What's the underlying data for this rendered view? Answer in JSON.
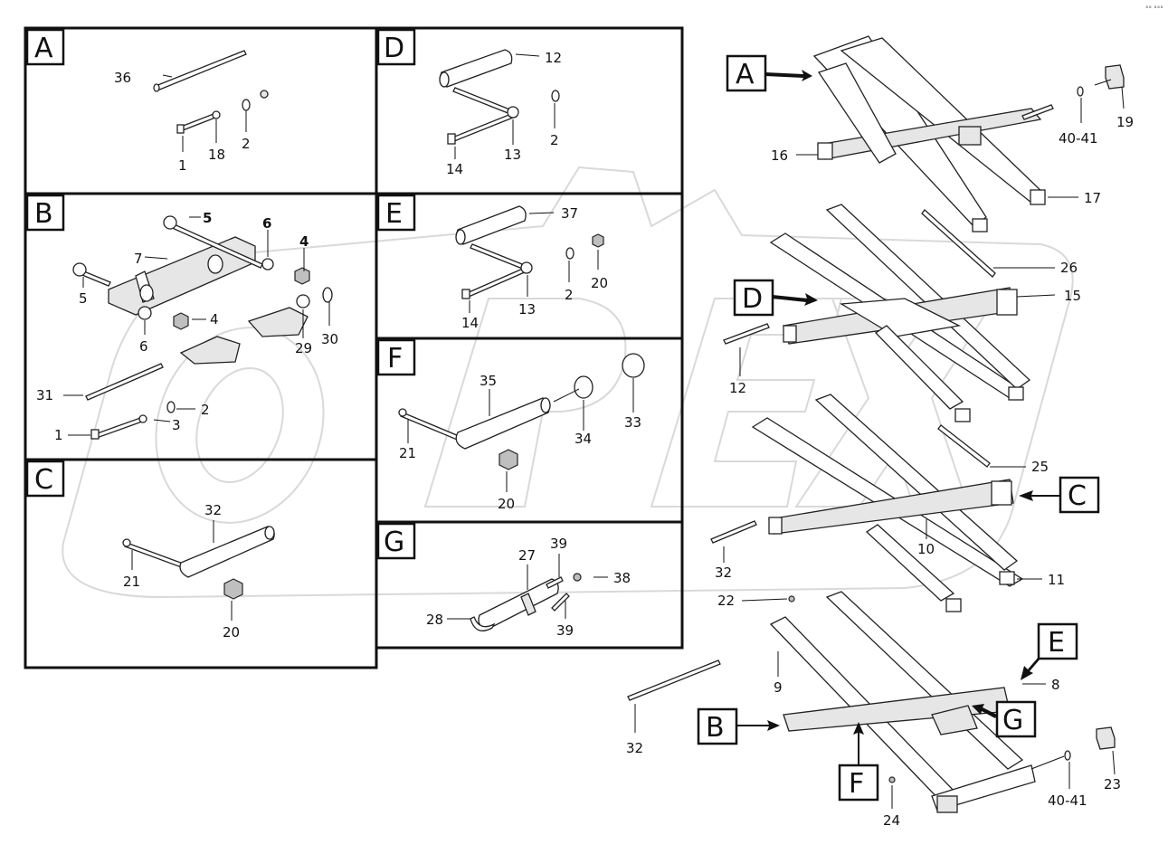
{
  "panels": {
    "A": {
      "letter": "A",
      "parts": [
        "36",
        "1",
        "18",
        "2"
      ]
    },
    "B": {
      "letter": "B",
      "parts": [
        "5",
        "6",
        "4",
        "7",
        "5",
        "6",
        "4",
        "29",
        "30",
        "31",
        "2",
        "3",
        "1"
      ]
    },
    "C": {
      "letter": "C",
      "parts": [
        "32",
        "21",
        "20"
      ]
    },
    "D": {
      "letter": "D",
      "parts": [
        "12",
        "2",
        "13",
        "14"
      ]
    },
    "E": {
      "letter": "E",
      "parts": [
        "37",
        "20",
        "2",
        "13",
        "14"
      ]
    },
    "F": {
      "letter": "F",
      "parts": [
        "35",
        "33",
        "34",
        "21",
        "20"
      ]
    },
    "G": {
      "letter": "G",
      "parts": [
        "27",
        "39",
        "38",
        "28",
        "39"
      ]
    }
  },
  "assembly": {
    "callouts": [
      "A",
      "D",
      "C",
      "E",
      "B",
      "G",
      "F"
    ],
    "parts": [
      "19",
      "40-41",
      "16",
      "17",
      "26",
      "15",
      "12",
      "25",
      "10",
      "32",
      "11",
      "22",
      "9",
      "8",
      "32",
      "40-41",
      "23",
      "24"
    ]
  },
  "corner_mark": "°° °°°",
  "watermark": {
    "brand": "OREX",
    "color": "#d9d9d9"
  }
}
